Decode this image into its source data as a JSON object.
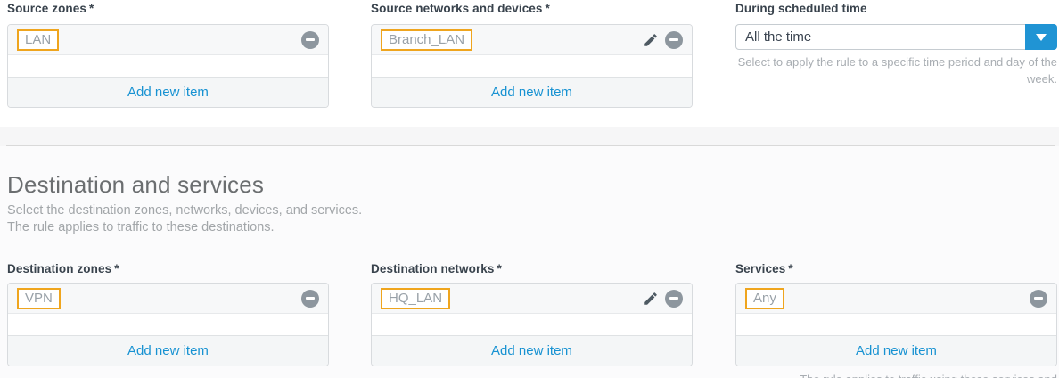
{
  "required_mark": "*",
  "source": {
    "zones": {
      "label": "Source zones",
      "items": [
        {
          "name": "LAN"
        }
      ],
      "add_label": "Add new item"
    },
    "networks": {
      "label": "Source networks and devices",
      "items": [
        {
          "name": "Branch_LAN"
        }
      ],
      "add_label": "Add new item"
    },
    "schedule": {
      "label": "During scheduled time",
      "value": "All the time",
      "hint": "Select to apply the rule to a specific time period and day of the week."
    }
  },
  "destination": {
    "title": "Destination and services",
    "description_line1": "Select the destination zones, networks, devices, and services.",
    "description_line2": "The rule applies to traffic to these destinations.",
    "zones": {
      "label": "Destination zones",
      "items": [
        {
          "name": "VPN"
        }
      ],
      "add_label": "Add new item"
    },
    "networks": {
      "label": "Destination networks",
      "items": [
        {
          "name": "HQ_LAN"
        }
      ],
      "add_label": "Add new item"
    },
    "services": {
      "label": "Services",
      "items": [
        {
          "name": "Any"
        }
      ],
      "add_label": "Add new item",
      "hint_partial": "The rule applies to traffic using these services and"
    }
  },
  "icons": {
    "minus_icon": "remove-item",
    "pencil_icon": "edit-item",
    "chevron_down_icon": "open-dropdown"
  },
  "colors": {
    "link_blue": "#1792d2",
    "dropdown_blue": "#2094d4",
    "selection_orange": "#efa51e",
    "icon_gray": "#8d969e",
    "label_dark": "#39434d"
  }
}
